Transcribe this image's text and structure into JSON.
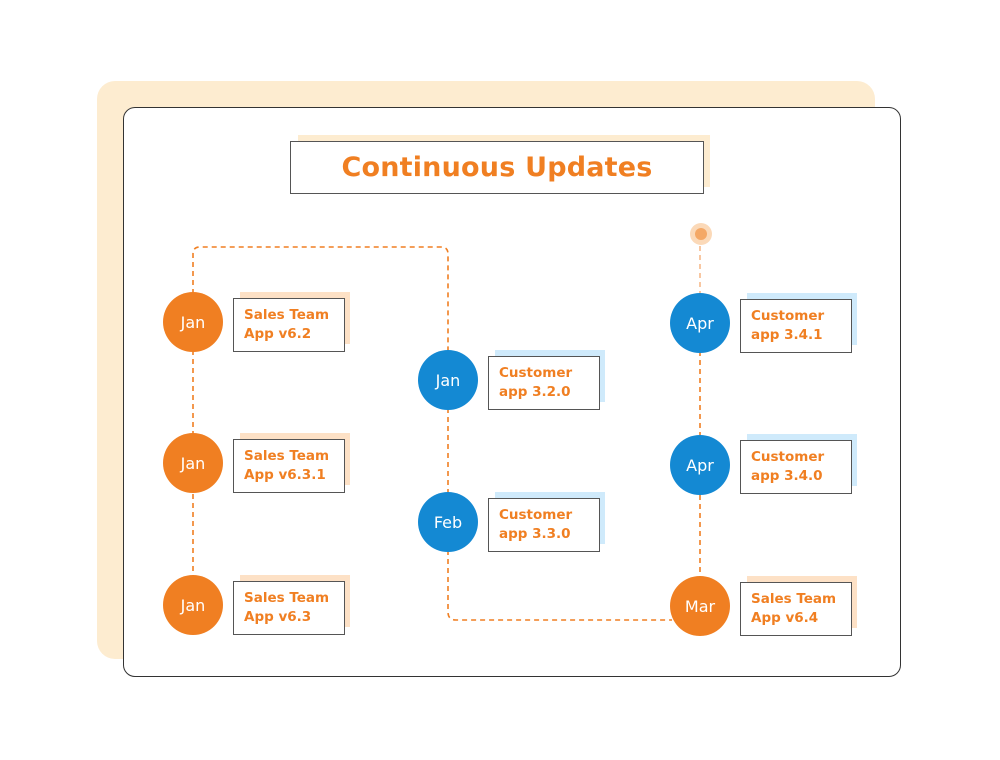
{
  "title": "Continuous Updates",
  "colors": {
    "accent": "#f07f22",
    "blue": "#1489d3",
    "peach": "#fdecd0"
  },
  "columns": [
    {
      "nodes": [
        {
          "month": "Jan",
          "color": "orange",
          "line1": "Sales Team",
          "line2": "App v6.2"
        },
        {
          "month": "Jan",
          "color": "orange",
          "line1": "Sales Team",
          "line2": "App v6.3.1"
        },
        {
          "month": "Jan",
          "color": "orange",
          "line1": "Sales Team",
          "line2": "App v6.3"
        }
      ]
    },
    {
      "nodes": [
        {
          "month": "Jan",
          "color": "blue",
          "line1": "Customer",
          "line2": "app 3.2.0"
        },
        {
          "month": "Feb",
          "color": "blue",
          "line1": "Customer",
          "line2": "app 3.3.0"
        }
      ]
    },
    {
      "nodes": [
        {
          "month": "Apr",
          "color": "blue",
          "line1": "Customer",
          "line2": "app 3.4.1"
        },
        {
          "month": "Apr",
          "color": "blue",
          "line1": "Customer",
          "line2": "app 3.4.0"
        },
        {
          "month": "Mar",
          "color": "orange",
          "line1": "Sales Team",
          "line2": "App v6.4"
        }
      ]
    }
  ]
}
